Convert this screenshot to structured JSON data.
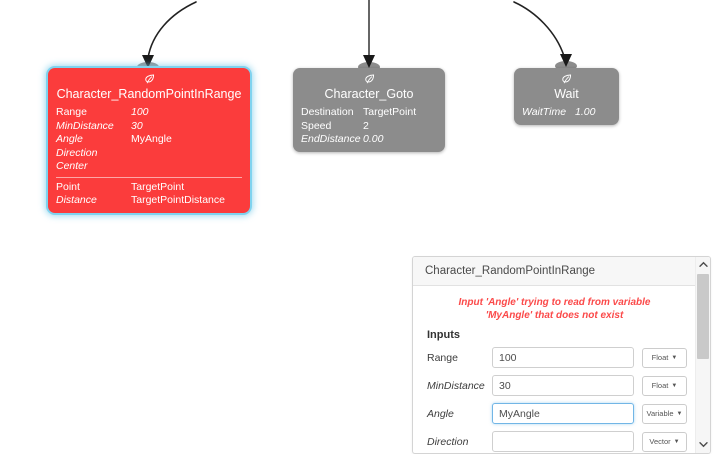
{
  "graph": {
    "nodes": [
      {
        "id": "random-point-in-range",
        "title": "Character_RandomPointInRange",
        "icon": "leaf-icon",
        "state": "error-selected",
        "color": "#fb3c3c",
        "inputs": [
          {
            "key": "Range",
            "value": "100",
            "key_italic": false,
            "value_italic": true
          },
          {
            "key": "MinDistance",
            "value": "30",
            "key_italic": true,
            "value_italic": true
          },
          {
            "key": "Angle",
            "value": "MyAngle",
            "key_italic": true,
            "value_italic": false
          },
          {
            "key": "Direction",
            "value": "",
            "key_italic": true,
            "value_italic": true
          },
          {
            "key": "Center",
            "value": "",
            "key_italic": true,
            "value_italic": true
          }
        ],
        "outputs": [
          {
            "key": "Point",
            "value": "TargetPoint",
            "key_italic": false,
            "value_italic": false
          },
          {
            "key": "Distance",
            "value": "TargetPointDistance",
            "key_italic": true,
            "value_italic": false
          }
        ]
      },
      {
        "id": "character-goto",
        "title": "Character_Goto",
        "icon": "leaf-icon",
        "state": "normal",
        "color": "#8c8c8c",
        "inputs": [
          {
            "key": "Destination",
            "value": "TargetPoint",
            "key_italic": false,
            "value_italic": false
          },
          {
            "key": "Speed",
            "value": "2",
            "key_italic": false,
            "value_italic": false
          },
          {
            "key": "EndDistance",
            "value": "0.00",
            "key_italic": true,
            "value_italic": true
          }
        ],
        "outputs": []
      },
      {
        "id": "wait",
        "title": "Wait",
        "icon": "leaf-icon",
        "state": "normal",
        "color": "#8c8c8c",
        "inputs": [
          {
            "key": "WaitTime",
            "value": "1.00",
            "key_italic": true,
            "value_italic": true
          }
        ],
        "outputs": []
      }
    ],
    "connectors": [
      {
        "id": "connector-to-random",
        "style": "curved-black"
      },
      {
        "id": "connector-to-goto",
        "style": "straight-gray"
      },
      {
        "id": "connector-to-wait",
        "style": "curved-black"
      }
    ]
  },
  "panel": {
    "title": "Character_RandomPointInRange",
    "error_message": "Input 'Angle' trying to read from variable 'MyAngle' that does not exist",
    "inputs_heading": "Inputs",
    "fields": [
      {
        "label": "Range",
        "label_italic": false,
        "value": "100",
        "placeholder": "",
        "focused": false,
        "type": "Float"
      },
      {
        "label": "MinDistance",
        "label_italic": true,
        "value": "30",
        "placeholder": "",
        "focused": false,
        "type": "Float"
      },
      {
        "label": "Angle",
        "label_italic": true,
        "value": "MyAngle",
        "placeholder": "",
        "focused": true,
        "type": "Variable"
      },
      {
        "label": "Direction",
        "label_italic": true,
        "value": "",
        "placeholder": "",
        "focused": false,
        "type": "Vector"
      }
    ],
    "scrollbar": {
      "up_arrow": "⌃",
      "down_arrow": "⌄"
    },
    "caret_glyph": "▼"
  },
  "colors": {
    "error_red": "#fb3c3c",
    "node_gray": "#8c8c8c",
    "selection_glow": "#7fd3ef",
    "focus_border": "#72b6e6"
  }
}
